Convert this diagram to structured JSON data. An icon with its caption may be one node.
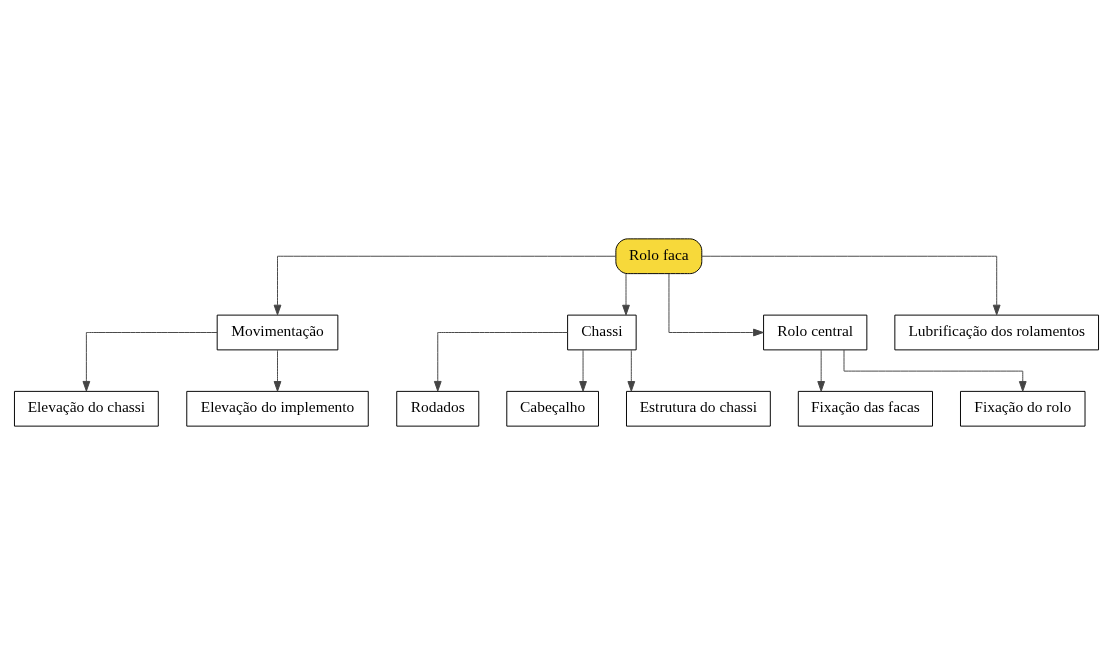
{
  "diagram": {
    "nodes": [
      {
        "text": [
          "Rolo faca"
        ]
      },
      {
        "text": [
          "Movimentação"
        ]
      },
      {
        "text": [
          "Elevação do chassi"
        ]
      },
      {
        "text": [
          "Elevação do implemento"
        ]
      },
      {
        "text": [
          "Chassi"
        ]
      },
      {
        "text": [
          "Rodados"
        ]
      },
      {
        "text": [
          "Cabeçalho"
        ]
      },
      {
        "text": [
          "Estrutura do chassi"
        ]
      },
      {
        "text": [
          "Rolo central"
        ]
      },
      {
        "text": [
          "Lubrificação dos rolamentos"
        ]
      },
      {
        "text": [
          "Fixação das facas"
        ]
      },
      {
        "text": [
          "Fixação do rolo"
        ]
      }
    ],
    "edges": [
      {
        "from": 0,
        "to": 1,
        "arrow": "to"
      },
      {
        "from": 0,
        "to": 4,
        "arrow": "to"
      },
      {
        "from": 0,
        "to": 8,
        "arrow": "to"
      },
      {
        "from": 0,
        "to": 9,
        "arrow": "to"
      },
      {
        "from": 1,
        "to": 2,
        "arrow": "to"
      },
      {
        "from": 1,
        "to": 3,
        "arrow": "to"
      },
      {
        "from": 4,
        "to": 5,
        "arrow": "to"
      },
      {
        "from": 4,
        "to": 6,
        "arrow": "to"
      },
      {
        "from": 4,
        "to": 7,
        "arrow": "to"
      },
      {
        "from": 8,
        "to": 10,
        "arrow": "to"
      },
      {
        "from": 8,
        "to": 11,
        "arrow": "to"
      }
    ]
  }
}
